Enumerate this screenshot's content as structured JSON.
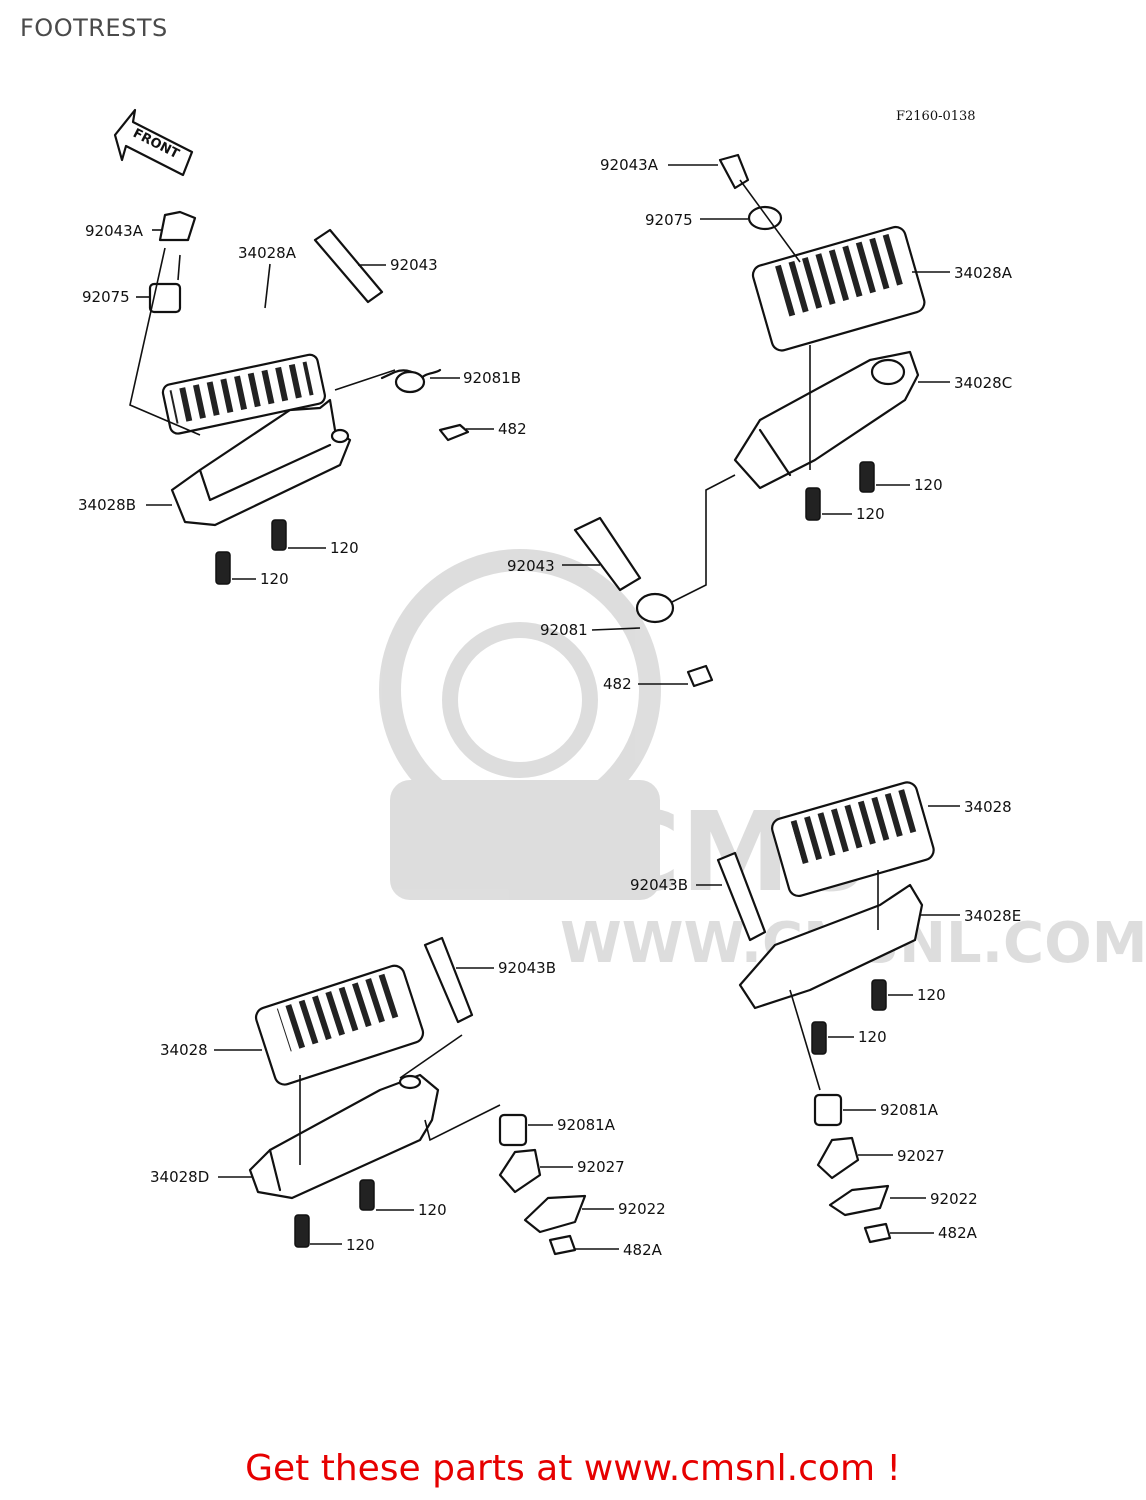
{
  "page_title": "FOOTRESTS",
  "figure_code": "F2160-0138",
  "front_arrow_label": "FRONT",
  "watermark": {
    "brand": "CMS",
    "url": "WWW.CMSNL.COM"
  },
  "footer": "Get these parts at www.cmsnl.com !",
  "callouts": {
    "tl": [
      "92043A",
      "34028A",
      "92043",
      "92075",
      "92081B",
      "482",
      "34028B",
      "120",
      "120"
    ],
    "tr": [
      "92043A",
      "92075",
      "34028A",
      "34028C",
      "120",
      "120",
      "92043",
      "92081",
      "482"
    ],
    "bl": [
      "92043B",
      "34028",
      "92081A",
      "92027",
      "34028D",
      "92022",
      "120",
      "482A",
      "120"
    ],
    "br": [
      "34028",
      "92043B",
      "34028E",
      "120",
      "120",
      "92081A",
      "92027",
      "92022",
      "482A"
    ]
  }
}
